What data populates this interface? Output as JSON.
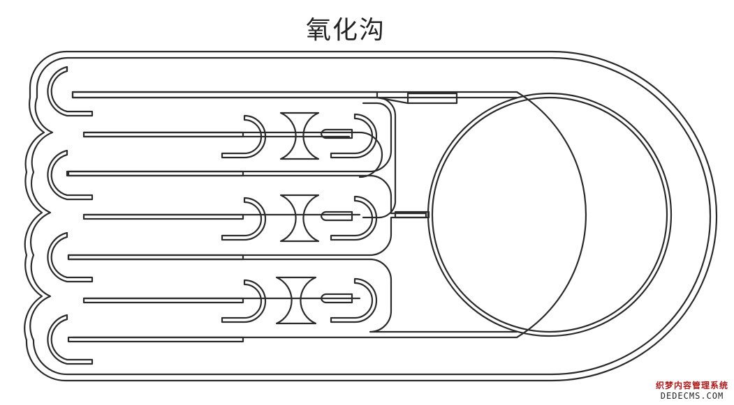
{
  "title": "氧化沟",
  "watermark": {
    "line1": "织梦内容管理系统",
    "line2": "DEDECMS.COM"
  },
  "colors": {
    "stroke": "#2a2a2a",
    "watermark_red": "#b01818"
  }
}
